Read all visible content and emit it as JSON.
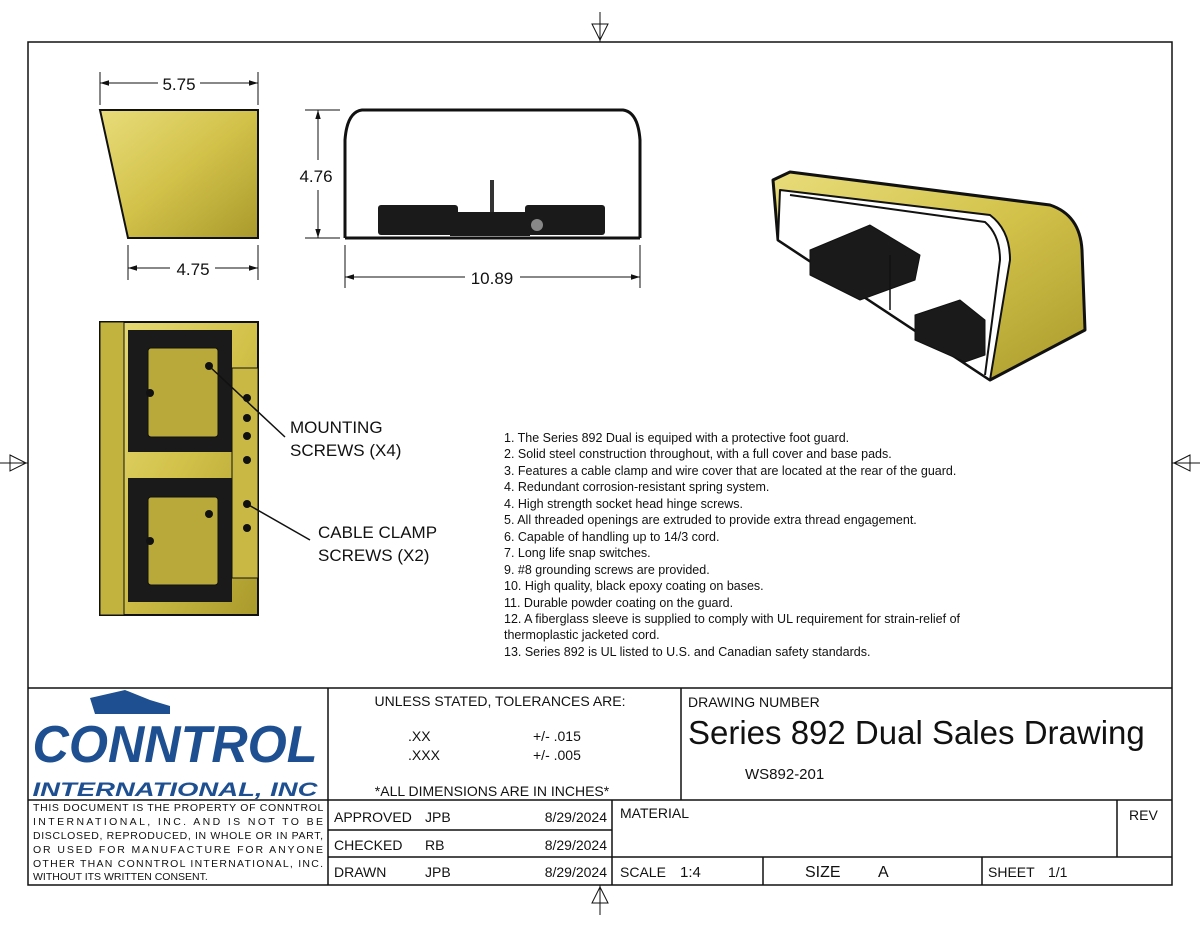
{
  "views": {
    "side": {
      "top_width": "5.75",
      "bottom_width": "4.75"
    },
    "front": {
      "height": "4.76",
      "width": "10.89"
    },
    "top": {
      "callout_mounting": [
        "MOUNTING",
        "SCREWS (X4)"
      ],
      "callout_cable": [
        "CABLE CLAMP",
        "SCREWS (X2)"
      ]
    }
  },
  "notes": [
    "1. The Series 892 Dual is equiped with a protective foot guard.",
    "2. Solid steel construction throughout, with a full cover and base pads.",
    "3. Features a cable clamp and wire cover that are located at the rear of the guard.",
    "4. Redundant corrosion-resistant spring system.",
    "4. High strength socket head hinge screws.",
    "5. All threaded openings are extruded to provide extra thread engagement.",
    "6. Capable of handling up to 14/3 cord.",
    "7. Long life snap switches.",
    "9. #8 grounding screws are provided.",
    "10. High quality, black epoxy coating on bases.",
    "11. Durable powder coating on the guard.",
    "12. A fiberglass sleeve is supplied to comply with UL requirement for strain-relief of",
    "thermoplastic jacketed cord.",
    "13. Series 892 is UL listed to U.S. and Canadian safety standards."
  ],
  "title_block": {
    "logo": {
      "name": "CONNTROL",
      "sub": "INTERNATIONAL, INC",
      "color": "#1d4f91"
    },
    "property_notice": [
      "THIS DOCUMENT IS THE PROPERTY OF CONNTROL",
      "INTERNATIONAL, INC. AND IS NOT TO BE",
      "DISCLOSED, REPRODUCED, IN WHOLE OR IN PART,",
      "OR USED FOR MANUFACTURE FOR ANYONE",
      "OTHER THAN CONNTROL INTERNATIONAL, INC.",
      "WITHOUT ITS WRITTEN CONSENT."
    ],
    "tolerances_heading": "UNLESS STATED, TOLERANCES ARE:",
    "tolerances": [
      {
        "format": ".XX",
        "value": "+/- .015"
      },
      {
        "format": ".XXX",
        "value": "+/- .005"
      }
    ],
    "units_note": "*ALL DIMENSIONS ARE IN INCHES*",
    "drawing_number_label": "DRAWING NUMBER",
    "drawing_title": "Series 892 Dual Sales Drawing",
    "drawing_number": "WS892-201",
    "approvals": [
      {
        "role": "APPROVED",
        "initials": "JPB",
        "date": "8/29/2024"
      },
      {
        "role": "CHECKED",
        "initials": "RB",
        "date": "8/29/2024"
      },
      {
        "role": "DRAWN",
        "initials": "JPB",
        "date": "8/29/2024"
      }
    ],
    "material_label": "MATERIAL",
    "rev_label": "REV",
    "scale_label": "SCALE",
    "scale": "1:4",
    "size_label": "SIZE",
    "size": "A",
    "sheet_label": "SHEET",
    "sheet": "1/1"
  },
  "colors": {
    "guard_yellow": "#d2c24a",
    "base_black": "#1a1a1a"
  }
}
